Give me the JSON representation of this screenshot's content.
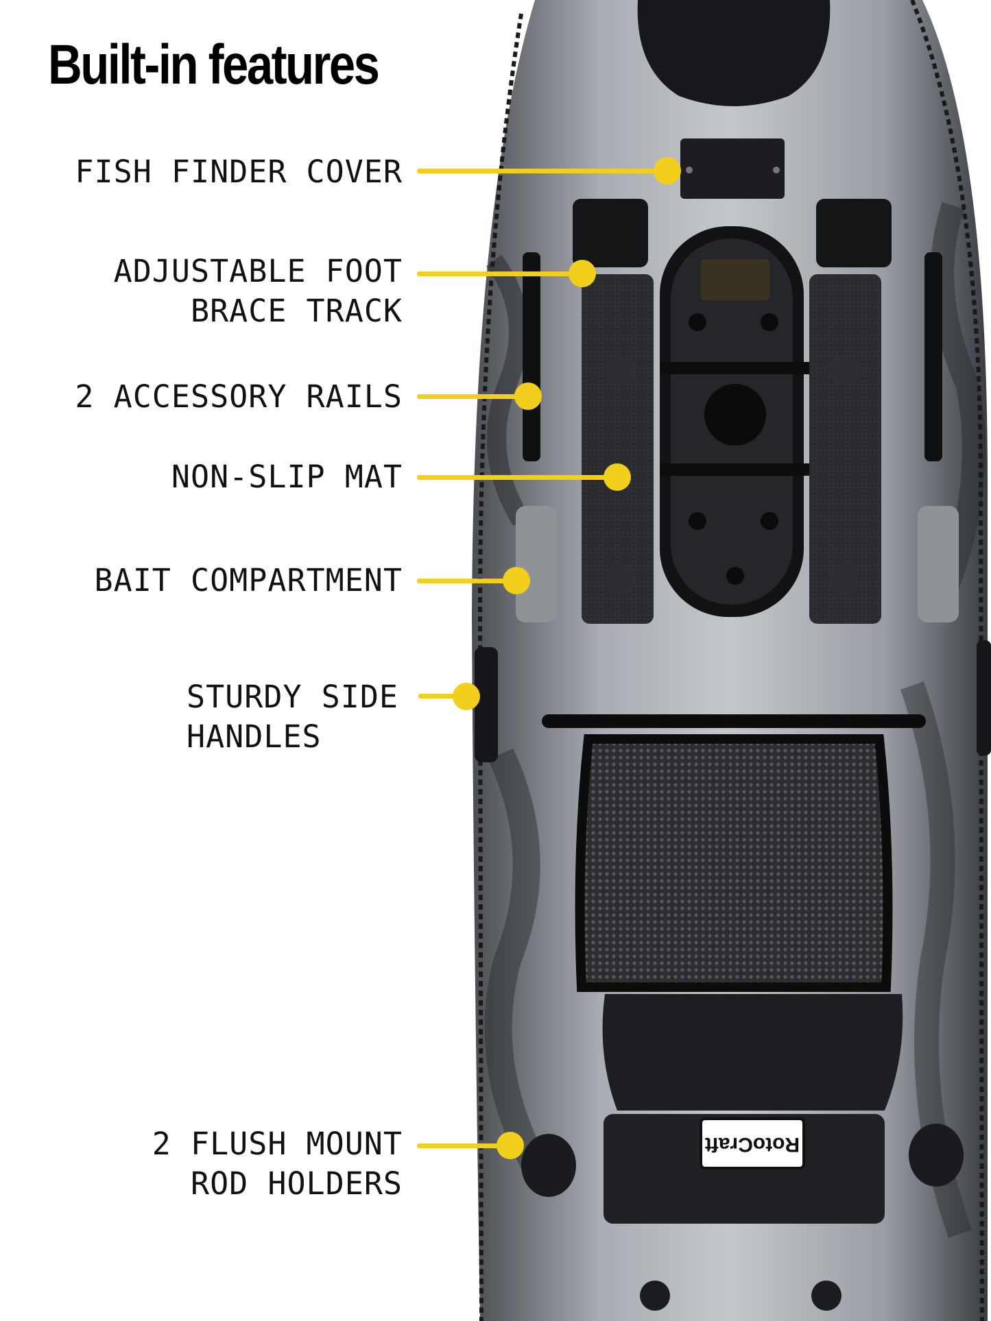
{
  "title": "Built-in features",
  "accent": "#f2cf1d",
  "features": [
    {
      "lines": [
        "FISH FINDER COVER"
      ]
    },
    {
      "lines": [
        "ADJUSTABLE FOOT",
        "BRACE TRACK"
      ]
    },
    {
      "lines": [
        "2 ACCESSORY RAILS"
      ]
    },
    {
      "lines": [
        "NON-SLIP MAT"
      ]
    },
    {
      "lines": [
        "BAIT COMPARTMENT"
      ]
    },
    {
      "lines": [
        "STURDY SIDE",
        "HANDLES"
      ]
    },
    {
      "lines": [
        "2 FLUSH MOUNT",
        "ROD HOLDERS"
      ]
    }
  ],
  "seat_logo": "RotoCraft"
}
